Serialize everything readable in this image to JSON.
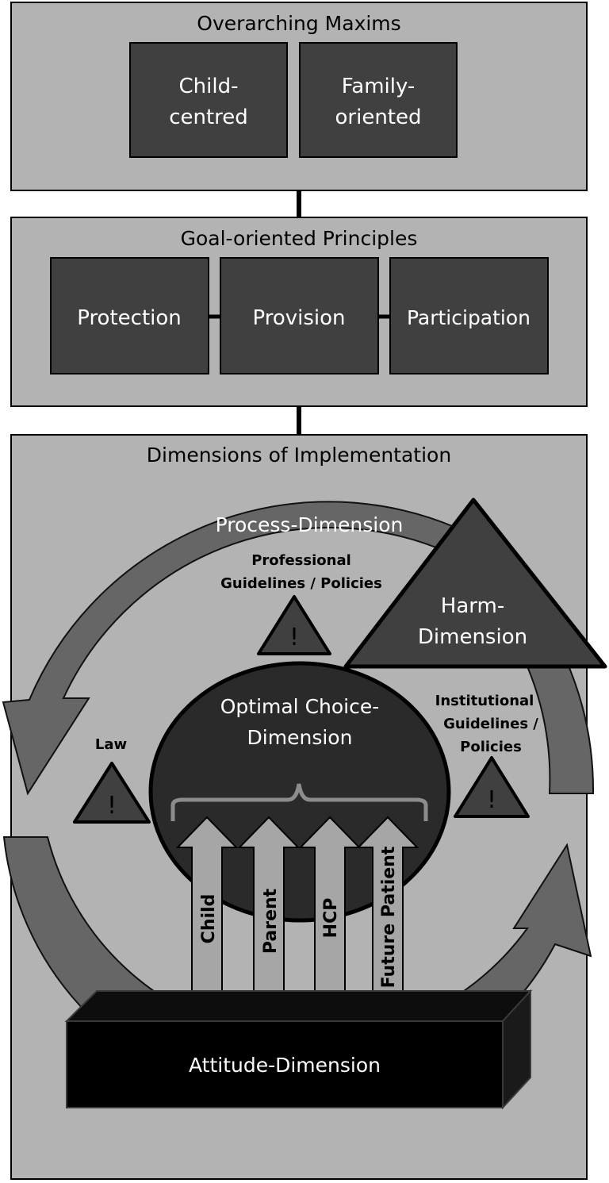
{
  "maxims": {
    "title": "Overarching Maxims",
    "items": [
      {
        "line1": "Child-",
        "line2": "centred"
      },
      {
        "line1": "Family-",
        "line2": "oriented"
      }
    ]
  },
  "principles": {
    "title": "Goal-oriented Principles",
    "items": [
      "Protection",
      "Provision",
      "Participation"
    ]
  },
  "implementation": {
    "title": "Dimensions of Implementation",
    "process": "Process-Dimension",
    "harm": {
      "line1": "Harm-",
      "line2": "Dimension"
    },
    "optimal": {
      "line1": "Optimal Choice-",
      "line2": "Dimension"
    },
    "attitude": "Attitude-Dimension",
    "warning_symbol": "!",
    "professional": {
      "line1": "Professional",
      "line2": "Guidelines / Policies"
    },
    "law": "Law",
    "institutional": {
      "line1": "Institutional",
      "line2": "Guidelines /",
      "line3": "Policies"
    },
    "stakeholders": [
      "Child",
      "Parent",
      "HCP",
      "Future Patient"
    ]
  },
  "colors": {
    "panel": "#b3b3b3",
    "dark_box": "#404040",
    "ring": "#595959",
    "circle": "#2a2a2a",
    "attitude_box": "#000000",
    "stake_arrow": "#a6a6a6"
  },
  "icons": {
    "warning": "warning-triangle-icon"
  }
}
